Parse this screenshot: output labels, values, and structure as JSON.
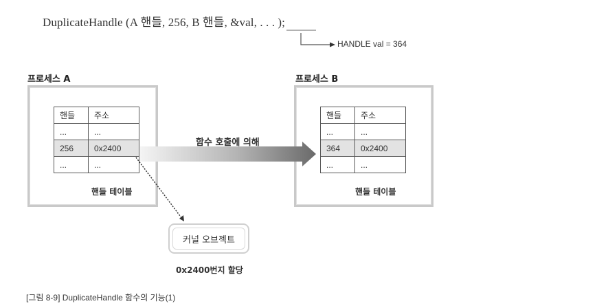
{
  "code_line": "DuplicateHandle (A 핸들, 256, B 핸들, &val, . . . );",
  "return_note": "HANDLE val = 364",
  "process_a": {
    "title": "프로세스 A",
    "table_label": "핸들 테이블",
    "header": [
      "핸들",
      "주소"
    ],
    "rows": [
      [
        "...",
        "..."
      ],
      [
        "256",
        "0x2400"
      ],
      [
        "...",
        "..."
      ]
    ]
  },
  "process_b": {
    "title": "프로세스 B",
    "table_label": "핸들 테이블",
    "header": [
      "핸들",
      "주소"
    ],
    "rows": [
      [
        "...",
        "..."
      ],
      [
        "364",
        "0x2400"
      ],
      [
        "...",
        "..."
      ]
    ]
  },
  "arrow_label": "함수 호출에 의해",
  "kernel_object": "커널 오브젝트",
  "kernel_address": "0x2400번지 할당",
  "caption": "[그림 8-9] DuplicateHandle 함수의 기능(1)"
}
